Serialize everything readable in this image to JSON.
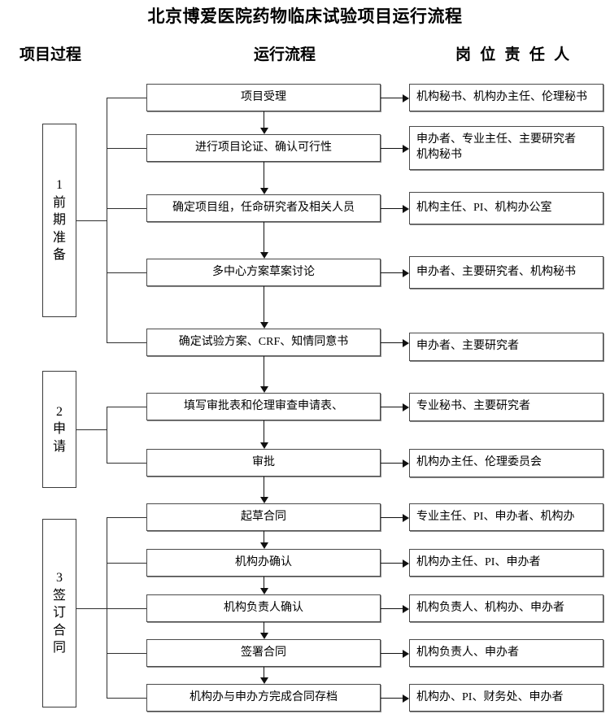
{
  "title": "北京博爱医院药物临床试验项目运行流程",
  "column_headers": {
    "left": "项目过程",
    "middle": "运行流程",
    "right": "岗 位 责 任 人"
  },
  "phases": [
    {
      "id": "phase-1",
      "number": "1",
      "chars": [
        "1",
        "前",
        "期",
        "准",
        "备"
      ],
      "label": "1 前期准备"
    },
    {
      "id": "phase-2",
      "number": "2",
      "chars": [
        "2",
        "申",
        "请"
      ],
      "label": "2 申请"
    },
    {
      "id": "phase-3",
      "number": "3",
      "chars": [
        "3",
        "签",
        "订",
        "合",
        "同"
      ],
      "label": "3 签订合同"
    }
  ],
  "steps": [
    {
      "phase": 1,
      "process": "项目受理",
      "responsible_lines": [
        "机构秘书、机构办主任、伦理秘书"
      ]
    },
    {
      "phase": 1,
      "process": "进行项目论证、确认可行性",
      "responsible_lines": [
        "申办者、专业主任、主要研究者",
        "机构秘书"
      ]
    },
    {
      "phase": 1,
      "process": "确定项目组，任命研究者及相关人员",
      "responsible_lines": [
        "机构主任、PI、机构办公室"
      ]
    },
    {
      "phase": 1,
      "process": "多中心方案草案讨论",
      "responsible_lines": [
        "申办者、主要研究者、机构秘书"
      ]
    },
    {
      "phase": 1,
      "process": "确定试验方案、CRF、知情同意书",
      "responsible_lines": [
        "申办者、主要研究者"
      ]
    },
    {
      "phase": 2,
      "process": "填写审批表和伦理审查申请表、",
      "responsible_lines": [
        "专业秘书、主要研究者"
      ]
    },
    {
      "phase": 2,
      "process": "审批",
      "responsible_lines": [
        "机构办主任、伦理委员会"
      ]
    },
    {
      "phase": 3,
      "process": "起草合同",
      "responsible_lines": [
        "专业主任、PI、申办者、机构办"
      ]
    },
    {
      "phase": 3,
      "process": "机构办确认",
      "responsible_lines": [
        "机构办主任、PI、申办者"
      ]
    },
    {
      "phase": 3,
      "process": "机构负责人确认",
      "responsible_lines": [
        "机构负责人、机构办、申办者"
      ]
    },
    {
      "phase": 3,
      "process": "签署合同",
      "responsible_lines": [
        "机构负责人、申办者"
      ]
    },
    {
      "phase": 3,
      "process": "机构办与申办方完成合同存档",
      "responsible_lines": [
        "机构办、PI、财务处、申办者"
      ]
    }
  ],
  "colors": {
    "background": "#ffffff",
    "stroke": "#2e2e2e",
    "box_border": "#4a4a4a",
    "text": "#000000"
  }
}
